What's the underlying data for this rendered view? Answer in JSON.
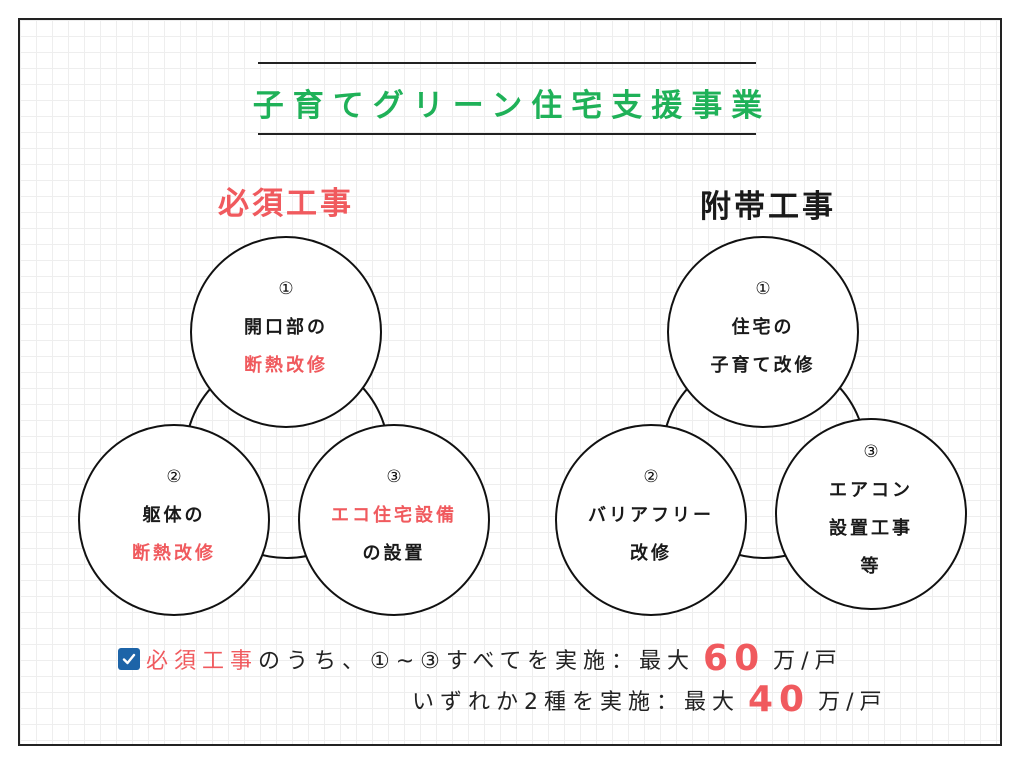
{
  "title": "子育てグリーン住宅支援事業",
  "required": {
    "heading": "必須工事",
    "items": [
      {
        "num": "①",
        "line1": "開口部の",
        "line2": "断熱改修"
      },
      {
        "num": "②",
        "line1": "躯体の",
        "line2": "断熱改修"
      },
      {
        "num": "③",
        "line1": "エコ住宅設備",
        "line2": "の設置"
      }
    ]
  },
  "additional": {
    "heading": "附帯工事",
    "items": [
      {
        "num": "①",
        "line1": "住宅の",
        "line2": "子育て改修"
      },
      {
        "num": "②",
        "line1": "バリアフリー",
        "line2": "改修"
      },
      {
        "num": "③",
        "line1": "エアコン",
        "line2": "設置工事",
        "line3": "等"
      }
    ]
  },
  "notes": {
    "line1_red": "必須工事",
    "line1_text": "のうち、①~③すべてを実施：最大",
    "line1_amount": "60",
    "line1_unit": "万/戸",
    "line2_text": "いずれか2種を実施：最大",
    "line2_amount": "40",
    "line2_unit": "万/戸"
  },
  "colors": {
    "title": "#1fb158",
    "accent_red": "#f05a5e",
    "checkbox": "#1d64a8"
  }
}
